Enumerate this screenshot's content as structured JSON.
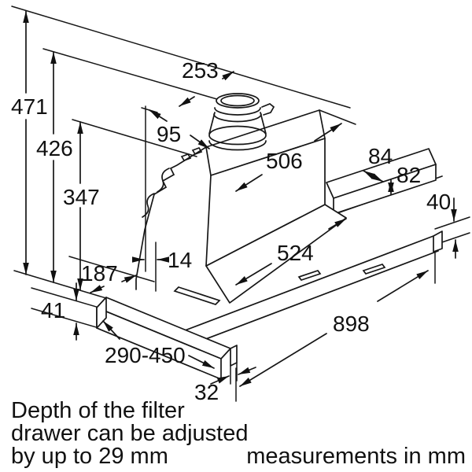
{
  "diagram": {
    "kind": "appliance-dimension-drawing",
    "subject": "telescopic cooker hood installation drawing",
    "units_note": "measurements in mm",
    "dims": {
      "total_height": "471",
      "height_to_collar_top": "426",
      "body_height": "347",
      "duct_offset": "253",
      "collar_height": "95",
      "body_width": "506",
      "rear_ledge_depth": "84",
      "rear_ledge_height": "82",
      "rail_thickness": "40",
      "side_gap": "14",
      "lower_section_height": "187",
      "inner_drawer_width": "524",
      "front_panel_height": "41",
      "drawer_depth_range": "290-450",
      "front_strip_thickness": "32",
      "total_width": "898"
    },
    "caption": {
      "line1": "Depth of the filter",
      "line2": "drawer can be adjusted",
      "line3": "by up to 29 mm"
    }
  }
}
